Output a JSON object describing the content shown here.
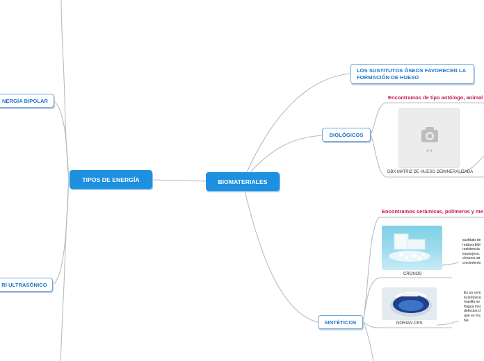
{
  "colors": {
    "central_fill": "#1e90e0",
    "node_text": "#1a73c7",
    "node_border": "#6fa6d8",
    "link": "#b5bcc4",
    "note_text": "#c2185b"
  },
  "nodes": {
    "biomateriales": "BIOMATERIALES",
    "tipos_energia": "TIPOS DE ENERGÍA",
    "energia_bipolar": "NERGÍA BIPOLAR",
    "ultrasonico": "RÍ ULTRASÓNICO",
    "sustitutos_oseos": "LOS SUSTITUTOS ÓSEOS FAVORECEN LA FORMACIÓN DE HUESO",
    "biologicos": "BIOLÓGICOS",
    "sinteticos": "SINTÉTICOS"
  },
  "notes": {
    "biologicos_note": "Encontramos de tipo antólogo, animal",
    "sinteticos_note": "Encontramos cerámicas, polímeros y me"
  },
  "images": {
    "dbx": {
      "caption": "DBX MATRIZ DE HUESO DEMINERALIZADA",
      "icon": "camera-placeholder-icon"
    },
    "cronos": {
      "caption": "CRONOS"
    },
    "norian": {
      "caption": "NORIAN CRS"
    }
  },
  "descriptions": {
    "cronos_text": "sustituto de\nreabsorbibl\nresistencia\nesponjoso.\nchronos air\ncrecimiento",
    "norian_text": "Es un cem\nla tempera\nmasilla se\nfragua insi\ndefectos d\nque es fos\nNa"
  }
}
